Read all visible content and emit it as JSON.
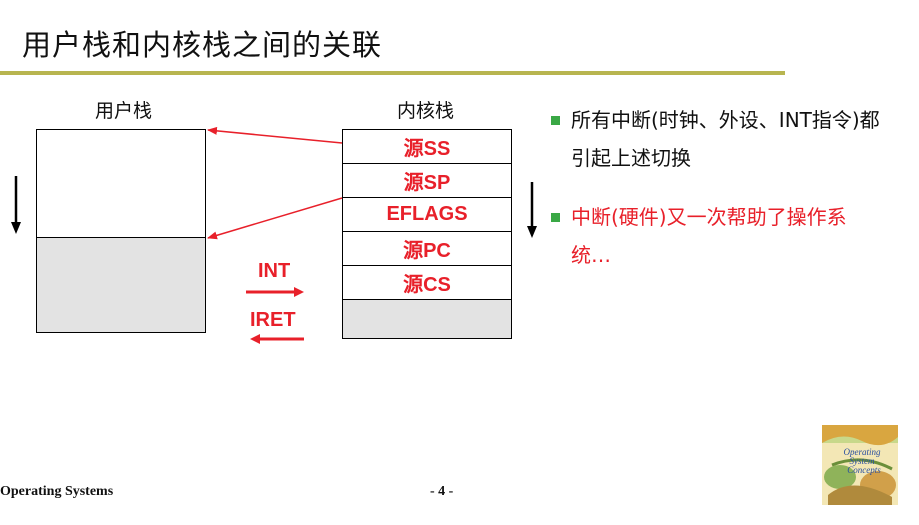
{
  "slide": {
    "title": "用户栈和内核栈之间的关联",
    "colors": {
      "accent_rule": "#b8b550",
      "red": "#e8202a",
      "bullet_green": "#3aa845",
      "gray_fill": "#e3e3e3"
    }
  },
  "user_stack": {
    "label": "用户栈"
  },
  "kernel_stack": {
    "label": "内核栈",
    "cells": [
      "源SS",
      "源SP",
      "EFLAGS",
      "源PC",
      "源CS"
    ]
  },
  "modes": {
    "int_label": "INT",
    "iret_label": "IRET"
  },
  "bullets": [
    {
      "text": "所有中断(时钟、外设、INT指令)都引起上述切换",
      "color": "#111111"
    },
    {
      "text": "中断(硬件)又一次帮助了操作系统…",
      "color": "#e8202a"
    }
  ],
  "footer": {
    "course": "Operating Systems",
    "page": "- 4 -"
  },
  "book_cover": {
    "title_lines": [
      "Operating",
      "System",
      "Concepts"
    ]
  }
}
